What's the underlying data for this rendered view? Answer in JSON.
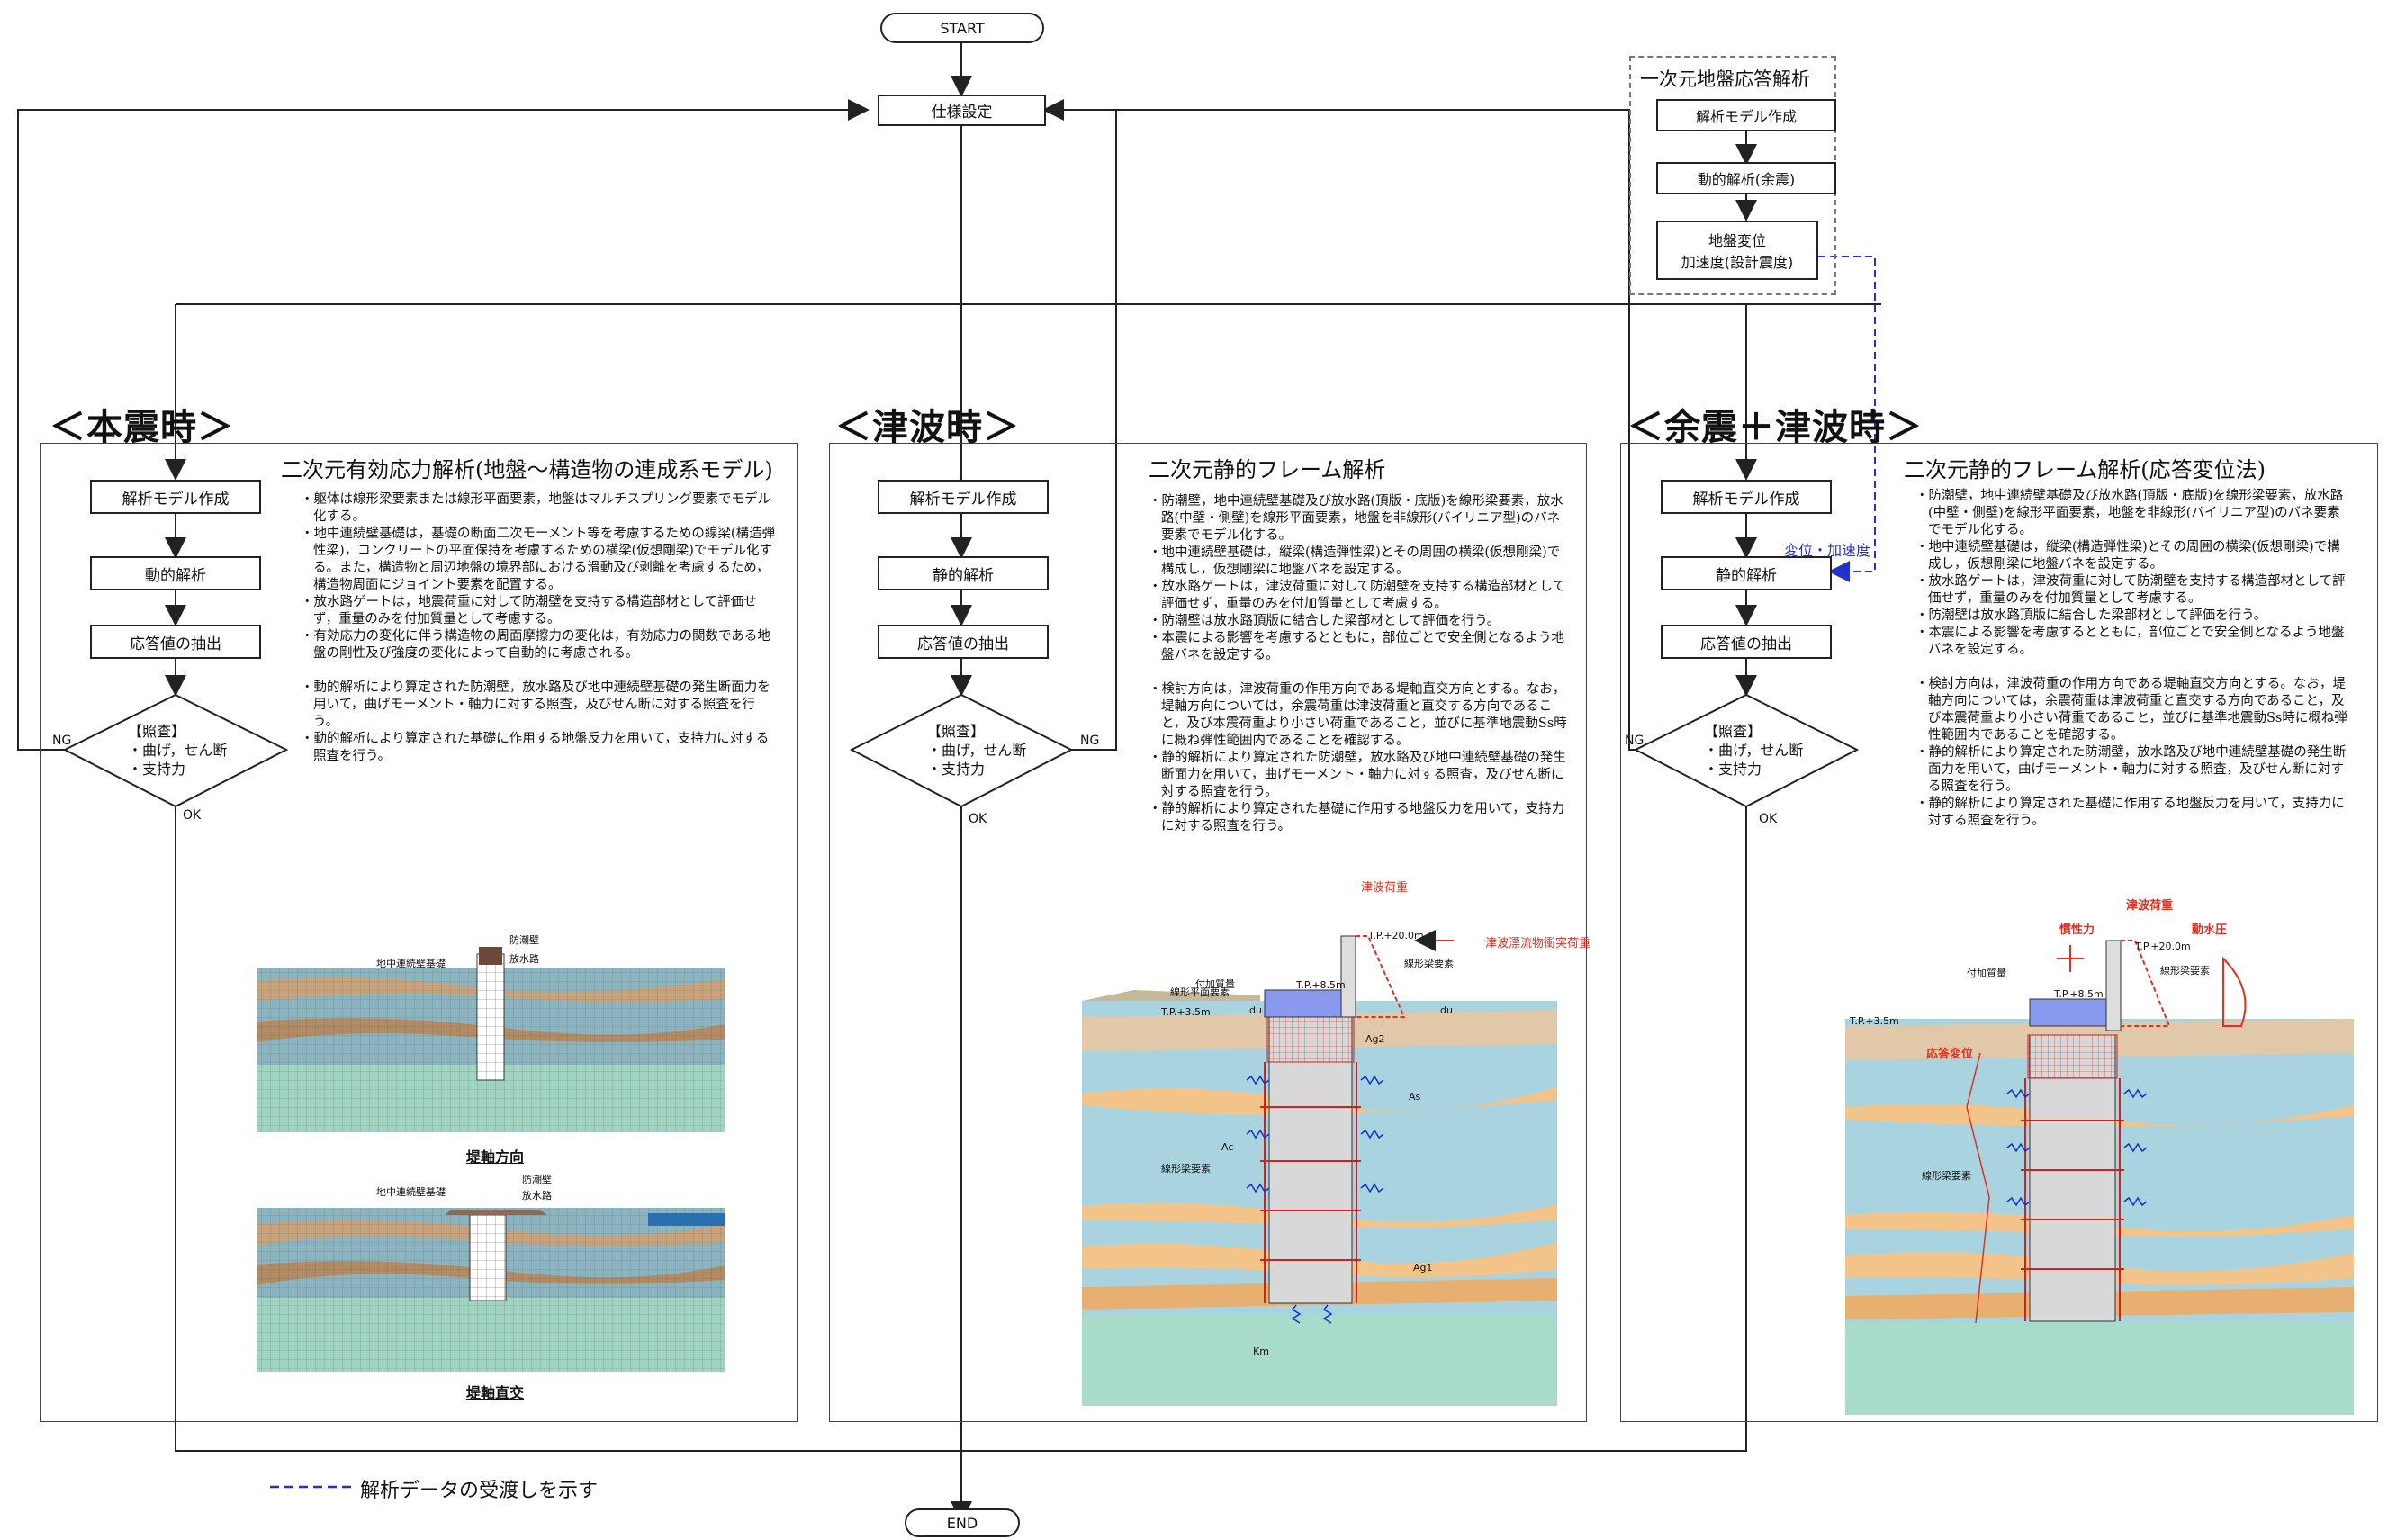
{
  "terminals": {
    "start": "START",
    "end": "END"
  },
  "spec_box": "仕様設定",
  "ground_response": {
    "title": "一次元地盤応答解析",
    "steps": [
      "解析モデル作成",
      "動的解析(余震)"
    ],
    "output_line1": "地盤変位",
    "output_line2": "加速度(設計震度)"
  },
  "branches": {
    "ng": "NG",
    "ok": "OK"
  },
  "check": {
    "title": "【照査】",
    "item1": "・曲げ，せん断",
    "item2": "・支持力"
  },
  "sections": {
    "main_quake": {
      "title": "＜本震時＞",
      "panel_title": "二次元有効応力解析(地盤～構造物の連成系モデル)",
      "steps": [
        "解析モデル作成",
        "動的解析",
        "応答値の抽出"
      ],
      "notes1": [
        "・躯体は線形梁要素または線形平面要素，地盤はマルチスプリング要素でモデル化する。",
        "・地中連続壁基礎は，基礎の断面二次モーメント等を考慮するための線梁(構造弾性梁)，コンクリートの平面保持を考慮するための横梁(仮想剛梁)でモデル化する。また，構造物と周辺地盤の境界部における滑動及び剥離を考慮するため，構造物周面にジョイント要素を配置する。",
        "・放水路ゲートは，地震荷重に対して防潮壁を支持する構造部材として評価せず，重量のみを付加質量として考慮する。",
        "・有効応力の変化に伴う構造物の周面摩擦力の変化は，有効応力の関数である地盤の剛性及び強度の変化によって自動的に考慮される。"
      ],
      "notes2": [
        "・動的解析により算定された防潮壁，放水路及び地中連続壁基礎の発生断面力を用いて，曲げモーメント・軸力に対する照査，及びせん断に対する照査を行う。",
        "・動的解析により算定された基礎に作用する地盤反力を用いて，支持力に対する照査を行う。"
      ],
      "figure_labels": {
        "wall_top": "防潮壁",
        "channel": "放水路",
        "foundation": "地中連続壁基礎",
        "caption_axis": "堤軸方向",
        "caption_cross": "堤軸直交"
      }
    },
    "tsunami": {
      "title": "＜津波時＞",
      "panel_title": "二次元静的フレーム解析",
      "steps": [
        "解析モデル作成",
        "静的解析",
        "応答値の抽出"
      ],
      "notes1": [
        "・防潮壁，地中連続壁基礎及び放水路(頂版・底版)を線形梁要素，放水路(中壁・側壁)を線形平面要素，地盤を非線形(バイリニア型)のバネ要素でモデル化する。",
        "・地中連続壁基礎は，縦梁(構造弾性梁)とその周囲の横梁(仮想剛梁)で構成し，仮想剛梁に地盤バネを設定する。",
        "・放水路ゲートは，津波荷重に対して防潮壁を支持する構造部材として評価せず，重量のみを付加質量として考慮する。",
        "・防潮壁は放水路頂版に結合した梁部材として評価を行う。",
        "・本震による影響を考慮するとともに，部位ごとで安全側となるよう地盤バネを設定する。"
      ],
      "notes2": [
        "・検討方向は，津波荷重の作用方向である堤軸直交方向とする。なお，堤軸方向については，余震荷重は津波荷重と直交する方向であること，及び本震荷重より小さい荷重であること，並びに基準地震動Ss時に概ね弾性範囲内であることを確認する。",
        "・静的解析により算定された防潮壁，放水路及び地中連続壁基礎の発生断面力を用いて，曲げモーメント・軸力に対する照査，及びせん断に対する照査を行う。",
        "・静的解析により算定された基礎に作用する地盤反力を用いて，支持力に対する照査を行う。"
      ],
      "figure_labels": {
        "tsunami_load": "津波荷重",
        "debris_load": "津波漂流物衝突荷重",
        "level1": "T.P.+20.0m",
        "added_mass": "付加質量",
        "linear_beam": "線形梁要素",
        "linear_plane": "線形平面要素",
        "level2": "T.P.+8.5m",
        "level3": "T.P.+3.5m",
        "du": "du",
        "ag2": "Ag2",
        "ac": "Ac",
        "as": "As",
        "ag1": "Ag1",
        "km": "Km",
        "linear_beam2": "線形梁要素"
      }
    },
    "aftershock": {
      "title": "＜余震＋津波時＞",
      "panel_title": "二次元静的フレーム解析(応答変位法)",
      "steps": [
        "解析モデル作成",
        "静的解析",
        "応答値の抽出"
      ],
      "input_label": "変位・加速度",
      "notes1": [
        "・防潮壁，地中連続壁基礎及び放水路(頂版・底版)を線形梁要素，放水路(中壁・側壁)を線形平面要素，地盤を非線形(バイリニア型)のバネ要素でモデル化する。",
        "・地中連続壁基礎は，縦梁(構造弾性梁)とその周囲の横梁(仮想剛梁)で構成し，仮想剛梁に地盤バネを設定する。",
        "・放水路ゲートは，津波荷重に対して防潮壁を支持する構造部材として評価せず，重量のみを付加質量として考慮する。",
        "・防潮壁は放水路頂版に結合した梁部材として評価を行う。",
        "・本震による影響を考慮するとともに，部位ごとで安全側となるよう地盤バネを設定する。"
      ],
      "notes2": [
        "・検討方向は，津波荷重の作用方向である堤軸直交方向とする。なお，堤軸方向については，余震荷重は津波荷重と直交する方向であること，及び本震荷重より小さい荷重であること，並びに基準地震動Ss時に概ね弾性範囲内であることを確認する。",
        "・静的解析により算定された防潮壁，放水路及び地中連続壁基礎の発生断面力を用いて，曲げモーメント・軸力に対する照査，及びせん断に対する照査を行う。",
        "・静的解析により算定された基礎に作用する地盤反力を用いて，支持力に対する照査を行う。"
      ],
      "figure_labels": {
        "tsunami_load": "津波荷重",
        "inertia": "慣性力",
        "hydro": "動水圧",
        "response_disp": "応答変位",
        "added_mass": "付加質量",
        "level1": "T.P.+20.0m",
        "level2": "T.P.+8.5m",
        "level3": "T.P.+3.5m",
        "linear_beam": "線形梁要素",
        "linear_beam2": "線形梁要素"
      }
    }
  },
  "legend": "解析データの受渡しを示す",
  "colors": {
    "line": "#222222",
    "dashed_link": "#2233cc",
    "load_red": "#e03020",
    "soil_blue": "#a9d3de",
    "sand_orange": "#f2c48a",
    "rock_green": "#a8dcc8"
  }
}
